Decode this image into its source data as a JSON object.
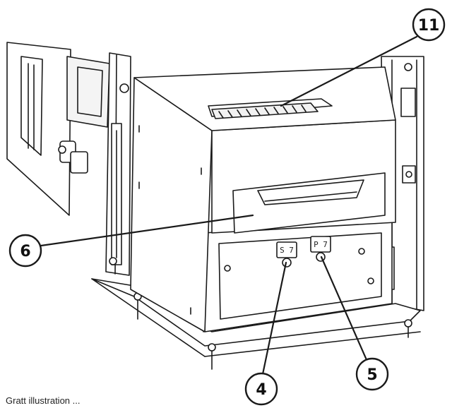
{
  "diagram": {
    "callouts": [
      {
        "id": "11",
        "label": "11"
      },
      {
        "id": "6",
        "label": "6"
      },
      {
        "id": "4",
        "label": "4"
      },
      {
        "id": "5",
        "label": "5"
      }
    ],
    "switch_tags": [
      {
        "id": "s",
        "label": "S 7"
      },
      {
        "id": "p",
        "label": "P 7"
      }
    ],
    "caption": "Gratt illustration ...",
    "colors": {
      "line": "#1a1a1a",
      "fill": "#ffffff",
      "shade": "#e6e6e6"
    }
  }
}
